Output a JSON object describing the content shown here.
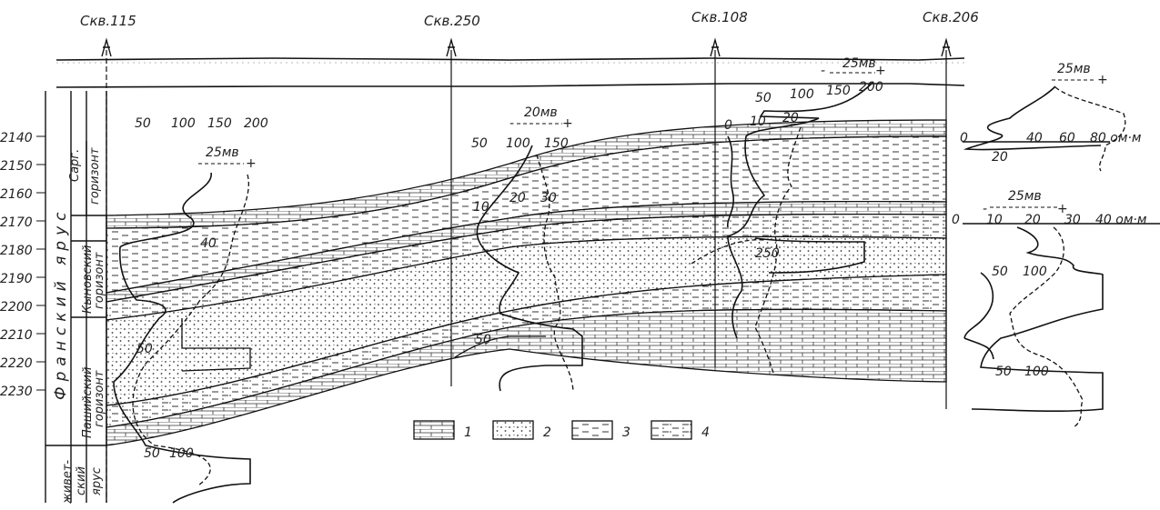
{
  "wells": [
    "Скв.115",
    "Скв.250",
    "Скв.108",
    "Скв.206"
  ],
  "depth_ticks": [
    "2140",
    "2150",
    "2160",
    "2170",
    "2180",
    "2190",
    "2200",
    "2210",
    "2220",
    "2230"
  ],
  "stratigraphy": {
    "stage": "Франский ярус",
    "horizons": [
      "Саргаевский горизонт",
      "Кыновский горизонт",
      "Пашийский горизонт"
    ],
    "sarg_1": "Сарг.",
    "sarg_2": "горизонт",
    "kyn_1": "Кыновский",
    "kyn_2": "горизонт",
    "pash_1": "Пашийский",
    "pash_2": "горизонт",
    "stage_text": "Франский ярус",
    "zhiv_1": "живет-",
    "zhiv_2": "ский",
    "zhiv_3": "ярус"
  },
  "scales": {
    "w115": {
      "res_ticks": [
        "50",
        "100",
        "150",
        "200"
      ],
      "sp": "25мв",
      "curve_labels": [
        "40",
        "50",
        "50",
        "100"
      ]
    },
    "w250": {
      "res_ticks": [
        "50",
        "100",
        "150"
      ],
      "sp": "20мв",
      "curve_labels": [
        "10",
        "20",
        "30",
        "50"
      ]
    },
    "w108": {
      "res_ticks": [
        "50",
        "100",
        "150",
        "200"
      ],
      "sp": "25мв",
      "curve_labels": [
        "0",
        "10",
        "20",
        "250"
      ]
    },
    "w206a": {
      "sp": "25мв",
      "res_ticks": [
        "0",
        "40",
        "60",
        "80 ом·м"
      ],
      "curve_labels": [
        "20"
      ]
    },
    "w206b": {
      "sp": "25мв",
      "res_ticks": [
        "0",
        "10",
        "20",
        "30",
        "40 ом·м"
      ],
      "curve_labels": [
        "50",
        "100",
        "50",
        "100"
      ]
    }
  },
  "sign_plus": "+",
  "sign_minus": "-",
  "legend": [
    {
      "key": "1",
      "pattern": "limestone"
    },
    {
      "key": "2",
      "pattern": "sandstone"
    },
    {
      "key": "3",
      "pattern": "claystone"
    },
    {
      "key": "4",
      "pattern": "siltstone"
    }
  ]
}
